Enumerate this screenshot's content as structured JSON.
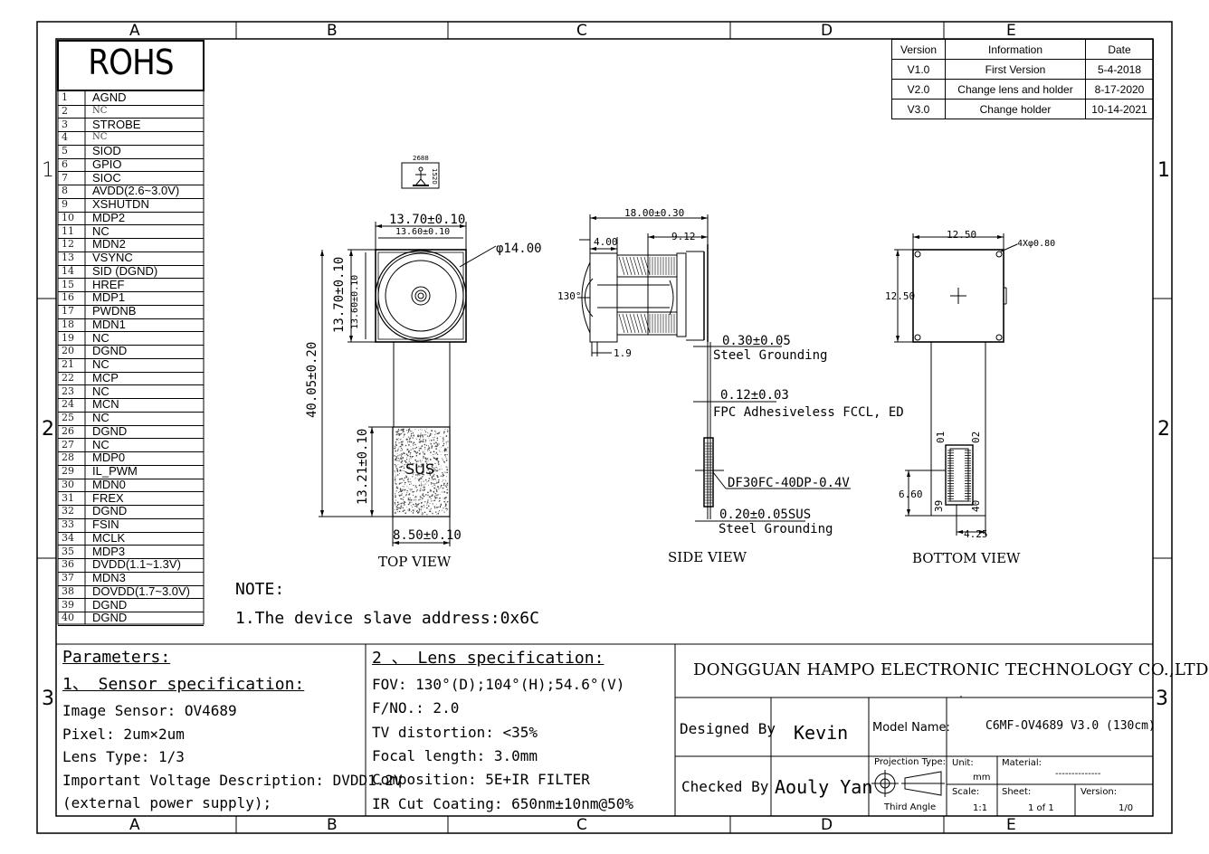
{
  "grid": {
    "columns": [
      "A",
      "B",
      "C",
      "D",
      "E"
    ],
    "rows": [
      "1",
      "2",
      "3"
    ]
  },
  "rohs": "ROHS",
  "pins": [
    {
      "no": "1",
      "name": "AGND"
    },
    {
      "no": "2",
      "name": "NC"
    },
    {
      "no": "3",
      "name": "STROBE"
    },
    {
      "no": "4",
      "name": "NC"
    },
    {
      "no": "5",
      "name": "SIOD"
    },
    {
      "no": "6",
      "name": "GPIO"
    },
    {
      "no": "7",
      "name": "SIOC"
    },
    {
      "no": "8",
      "name": "AVDD(2.6~3.0V)"
    },
    {
      "no": "9",
      "name": "XSHUTDN"
    },
    {
      "no": "10",
      "name": "MDP2"
    },
    {
      "no": "11",
      "name": "NC"
    },
    {
      "no": "12",
      "name": "MDN2"
    },
    {
      "no": "13",
      "name": "VSYNC"
    },
    {
      "no": "14",
      "name": "SID (DGND)"
    },
    {
      "no": "15",
      "name": "HREF"
    },
    {
      "no": "16",
      "name": "MDP1"
    },
    {
      "no": "17",
      "name": "PWDNB"
    },
    {
      "no": "18",
      "name": "MDN1"
    },
    {
      "no": "19",
      "name": "NC"
    },
    {
      "no": "20",
      "name": "DGND"
    },
    {
      "no": "21",
      "name": "NC"
    },
    {
      "no": "22",
      "name": "MCP"
    },
    {
      "no": "23",
      "name": "NC"
    },
    {
      "no": "24",
      "name": "MCN"
    },
    {
      "no": "25",
      "name": "NC"
    },
    {
      "no": "26",
      "name": "DGND"
    },
    {
      "no": "27",
      "name": "NC"
    },
    {
      "no": "28",
      "name": "MDP0"
    },
    {
      "no": "29",
      "name": "IL_PWM"
    },
    {
      "no": "30",
      "name": "MDN0"
    },
    {
      "no": "31",
      "name": "FREX"
    },
    {
      "no": "32",
      "name": "DGND"
    },
    {
      "no": "33",
      "name": "FSIN"
    },
    {
      "no": "34",
      "name": "MCLK"
    },
    {
      "no": "35",
      "name": "MDP3"
    },
    {
      "no": "36",
      "name": "DVDD(1.1~1.3V)"
    },
    {
      "no": "37",
      "name": "MDN3"
    },
    {
      "no": "38",
      "name": "DOVDD(1.7~3.0V)"
    },
    {
      "no": "39",
      "name": "DGND"
    },
    {
      "no": "40",
      "name": "DGND"
    }
  ],
  "versions": {
    "headers": [
      "Version",
      "Information",
      "Date"
    ],
    "rows": [
      [
        "V1.0",
        "First Version",
        "5-4-2018"
      ],
      [
        "V2.0",
        "Change lens and holder",
        "8-17-2020"
      ],
      [
        "V3.0",
        "Change holder",
        "10-14-2021"
      ]
    ]
  },
  "top_view": {
    "title": "TOP VIEW",
    "w_outer": "13.70±0.10",
    "w_inner": "13.60±0.10",
    "h_outer": "13.70±0.10",
    "h_inner": "13.60±0.10",
    "lens_dia": "φ14.00",
    "total_len": "40.05±0.20",
    "sus_len": "13.21±0.10",
    "sus_w": "8.50±0.10",
    "sus_label": "SUS",
    "icon_top": "2688",
    "icon_side": "1520"
  },
  "side_view": {
    "title": "SIDE VIEW",
    "total": "18.00±0.30",
    "d1": "4.00",
    "d2": "9.12",
    "angle": "130°",
    "d3": "1.9",
    "n1_val": "0.30±0.05",
    "n1_txt": "Steel Grounding",
    "n2_val": "0.12±0.03",
    "n2_txt": "FPC Adhesiveless FCCL, ED",
    "n3_val": "DF30FC-40DP-0.4V",
    "n4_val": "0.20±0.05SUS",
    "n4_txt": "Steel Grounding"
  },
  "bottom_view": {
    "title": "BOTTOM VIEW",
    "w": "12.50",
    "h": "12.50",
    "holes": "4Xφ0.80",
    "c_h": "6.60",
    "c_w": "4.25",
    "p1": "01",
    "p2": "02",
    "p39": "39",
    "p40": "40"
  },
  "note": {
    "title": "NOTE:",
    "line1": "1.The device slave address:0x6C"
  },
  "params": {
    "title": "Parameters:",
    "sensor_title": "1、 Sensor specification:",
    "sensor_lines": [
      "Image Sensor: OV4689",
      "Pixel: 2um×2um",
      "Lens Type: 1/3",
      "Important Voltage Description: DVDD1.2V",
      "(external power supply);"
    ],
    "lens_title": "2 、 Lens specification:",
    "lens_lines": [
      "FOV: 130°(D);104°(H);54.6°(V)",
      "F/NO.: 2.0",
      "TV distortion: <35%",
      "Focal length: 3.0mm",
      "Composition: 5E+IR FILTER",
      "IR Cut Coating: 650nm±10nm@50%"
    ]
  },
  "title_block": {
    "company": "DONGGUAN HAMPO ELECTRONIC TECHNOLOGY CO.,LTD",
    "designed_label": "Designed By",
    "designed_val": "Kevin",
    "checked_label": "Checked By",
    "checked_val": "Aouly Yan",
    "model_label": "Model Name:",
    "model_val": "C6MF-OV4689 V3.0 (130cm)",
    "proj_label": "Projection Type:",
    "proj_val": "Third Angle",
    "unit_label": "Unit:",
    "unit_val": "mm",
    "material_label": "Material:",
    "material_val": "--------------",
    "scale_label": "Scale:",
    "scale_val": "1:1",
    "sheet_label": "Sheet:",
    "sheet_val": "1 of 1",
    "version_label": "Version:",
    "version_val": "1/0"
  }
}
